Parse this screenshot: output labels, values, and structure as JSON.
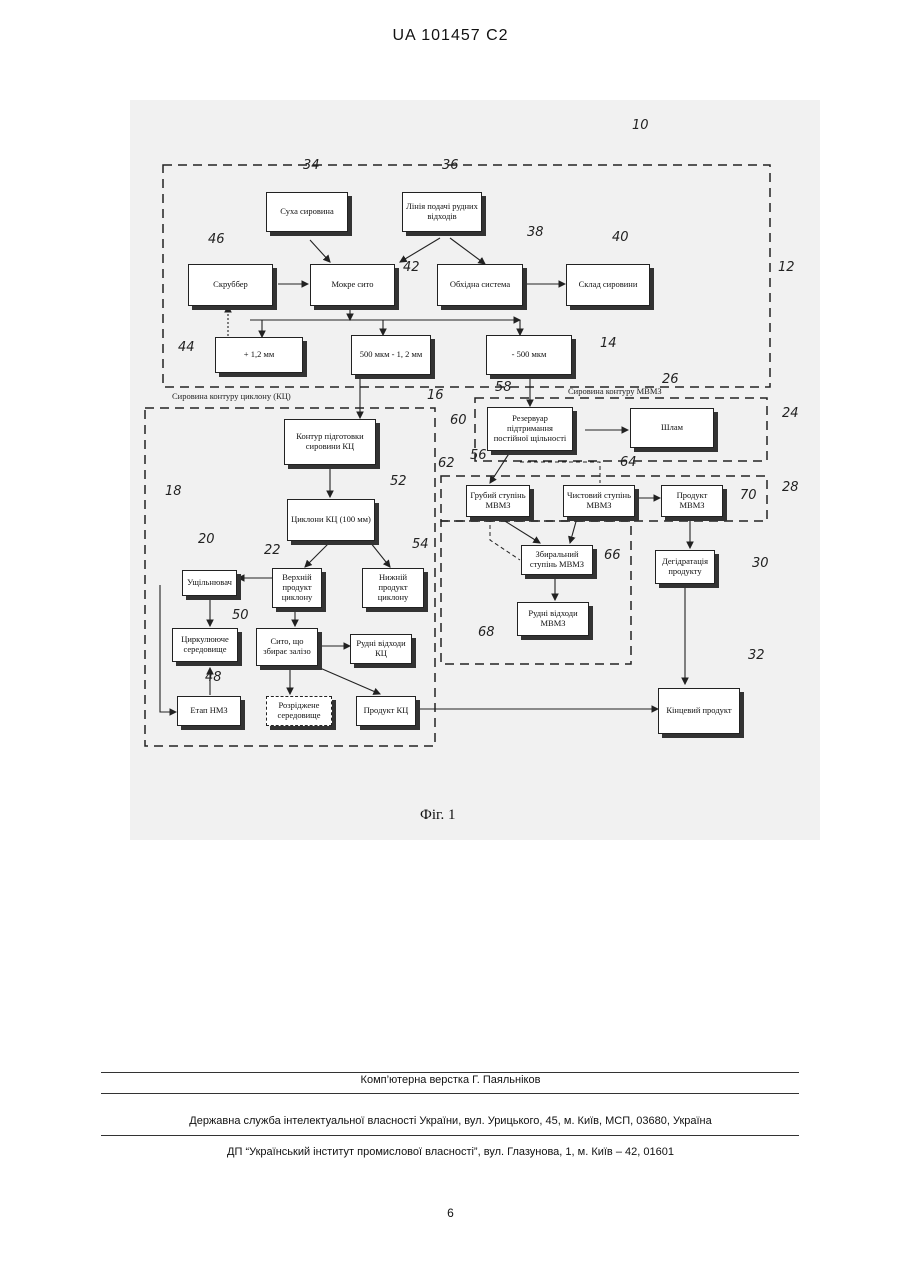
{
  "header": {
    "title": "UA   101457   C2"
  },
  "figure": {
    "caption": "Фіг. 1",
    "area_labels": {
      "cc_feed": "Сировина контуру циклону (КЦ)",
      "mvmz_feed": "Сировина контуру МВМЗ"
    },
    "ref_numbers": [
      "10",
      "12",
      "14",
      "16",
      "18",
      "20",
      "22",
      "24",
      "26",
      "28",
      "30",
      "32",
      "34",
      "36",
      "38",
      "40",
      "42",
      "44",
      "46",
      "48",
      "50",
      "52",
      "54",
      "56",
      "58",
      "60",
      "62",
      "64",
      "66",
      "68",
      "70"
    ],
    "boxes": {
      "dry_feed": "Суха сировина",
      "ore_tailings_line": "Лінія подачі рудних відходів",
      "scrubber": "Скруббер",
      "wet_screen": "Мокре сито",
      "bypass_system": "Обхідна система",
      "feed_storage": "Склад сировини",
      "plus_1_2": "+ 1,2 мм",
      "mid_size": "500 мкм - 1, 2 мм",
      "minus_500": "- 500 мкм",
      "density_tank": "Резервуар підтримання постійної щільності",
      "slime": "Шлам",
      "cc_prep": "Контур підготовки сировини КЦ",
      "cc_cyclones": "Циклони КЦ (100 мм)",
      "rough_stage": "Грубий ступінь МВМЗ",
      "finishing_stage": "Чистовий ступінь МВМЗ",
      "mvmz_product": "Продукт МВМЗ",
      "scavenger_stage": "Збиральний ступінь МВМЗ",
      "mvmz_tailings": "Рудні відходи МВМЗ",
      "dewatering": "Дегідратація продукту",
      "thickener": "Ущільнювач",
      "upper_product": "Верхній продукт циклону",
      "lower_product": "Нижній продукт циклону",
      "circulating_medium": "Циркулююче середовище",
      "iron_screen": "Сито, що збирає залізо",
      "cc_tailings": "Рудні відходи КЦ",
      "nmz_stage": "Етап НМЗ",
      "diluted_medium": "Розріджене середовище",
      "cc_product": "Продукт КЦ",
      "final_product": "Кінцевий продукт"
    }
  },
  "footer": {
    "layout": "Комп’ютерна верстка Г. Паяльніков",
    "office": "Державна служба інтелектуальної власності України, вул. Урицького, 45, м. Київ, МСП, 03680, Україна",
    "institute": "ДП “Український інститут промислової власності”, вул. Глазунова, 1, м. Київ – 42, 01601",
    "page_number": "6"
  }
}
